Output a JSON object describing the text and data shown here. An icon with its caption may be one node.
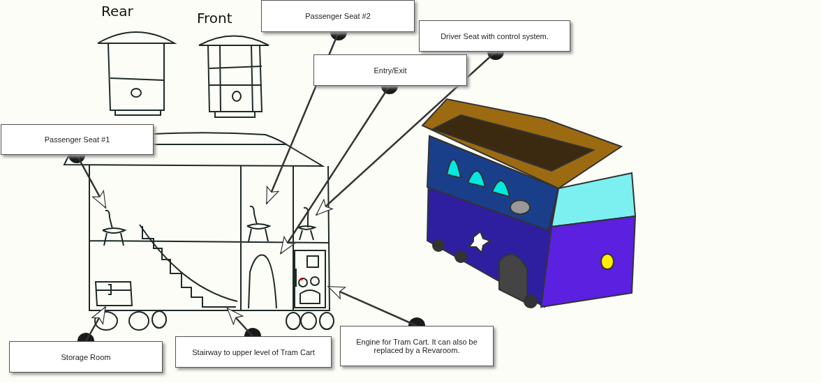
{
  "diagram": {
    "nodes": [
      {
        "text": [
          "Passenger Seat #2"
        ]
      },
      {
        "text": [
          "Driver Seat with control system."
        ]
      },
      {
        "text": [
          "Entry/Exit"
        ]
      },
      {
        "text": [
          "Passenger Seat #1"
        ]
      },
      {
        "text": [
          "Storage Room"
        ]
      },
      {
        "text": [
          "Stairway to upper level of Tram Cart"
        ]
      },
      {
        "text": [
          "Engine for Tram Cart. It can also be replaced by a Revaroom."
        ]
      },
      {
        "text": [],
        "shape": "picture"
      },
      {
        "text": [],
        "shape": "picture"
      },
      {
        "text": [],
        "shape": "picture"
      },
      {
        "text": [],
        "shape": "picture"
      },
      {
        "text": [],
        "shape": "picture"
      },
      {
        "text": [],
        "shape": "picture"
      },
      {
        "text": [],
        "shape": "picture"
      }
    ],
    "edges": [
      {
        "from": 0,
        "to": 7,
        "arrow": "to"
      },
      {
        "from": 1,
        "to": 8,
        "arrow": "to"
      },
      {
        "from": 2,
        "to": 9,
        "arrow": "to"
      },
      {
        "from": 3,
        "to": 10,
        "arrow": "to"
      },
      {
        "from": 4,
        "to": 11,
        "arrow": "to"
      },
      {
        "from": 5,
        "to": 12,
        "arrow": "to"
      },
      {
        "from": 6,
        "to": 13,
        "arrow": "to"
      }
    ],
    "labels": [
      "Rear",
      "Front"
    ]
  }
}
